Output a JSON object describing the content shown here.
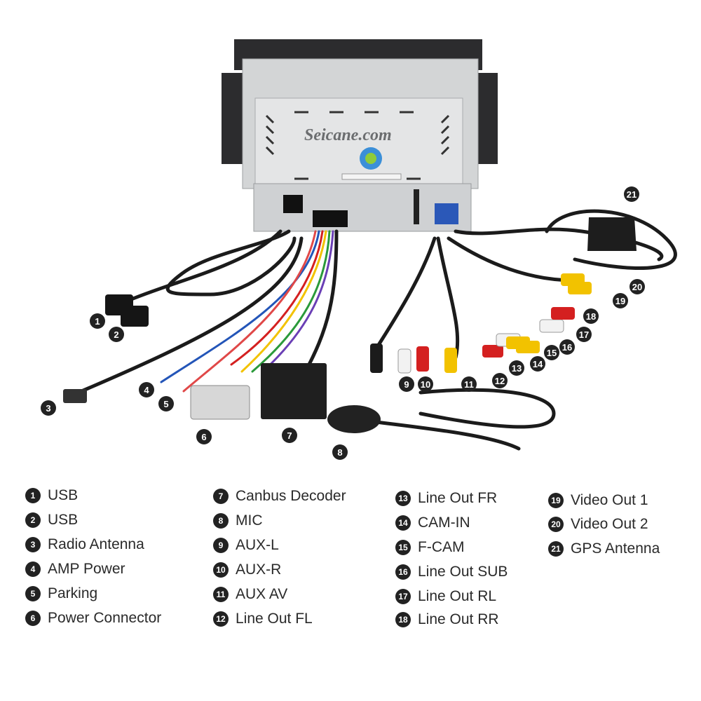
{
  "brand_watermark": "Seicane.com",
  "callouts": [
    "1",
    "2",
    "3",
    "4",
    "5",
    "6",
    "7",
    "8",
    "9",
    "10",
    "11",
    "12",
    "13",
    "14",
    "15",
    "16",
    "17",
    "18",
    "19",
    "20",
    "21"
  ],
  "legend": {
    "columns": [
      [
        {
          "num": "1",
          "label": "USB"
        },
        {
          "num": "2",
          "label": "USB"
        },
        {
          "num": "3",
          "label": "Radio Antenna"
        },
        {
          "num": "4",
          "label": "AMP Power"
        },
        {
          "num": "5",
          "label": "Parking"
        },
        {
          "num": "6",
          "label": "Power Connector"
        }
      ],
      [
        {
          "num": "7",
          "label": "Canbus Decoder"
        },
        {
          "num": "8",
          "label": "MIC"
        },
        {
          "num": "9",
          "label": "AUX-L"
        },
        {
          "num": "10",
          "label": "AUX-R"
        },
        {
          "num": "11",
          "label": "AUX AV"
        },
        {
          "num": "12",
          "label": "Line Out FL"
        }
      ],
      [
        {
          "num": "13",
          "label": "Line Out FR"
        },
        {
          "num": "14",
          "label": "CAM-IN"
        },
        {
          "num": "15",
          "label": "F-CAM"
        },
        {
          "num": "16",
          "label": "Line Out SUB"
        },
        {
          "num": "17",
          "label": "Line Out RL"
        },
        {
          "num": "18",
          "label": "Line Out RR"
        }
      ],
      [
        {
          "num": "19",
          "label": "Video Out 1"
        },
        {
          "num": "20",
          "label": "Video Out 2"
        },
        {
          "num": "21",
          "label": "GPS Antenna"
        }
      ]
    ]
  },
  "colors": {
    "cable": "#1b1b1b",
    "rca_red": "#d42020",
    "rca_yellow": "#f2c200",
    "rca_white": "#f2f2f2",
    "chassis": "#c9cbcc",
    "bracket": "#2c2c2e"
  }
}
